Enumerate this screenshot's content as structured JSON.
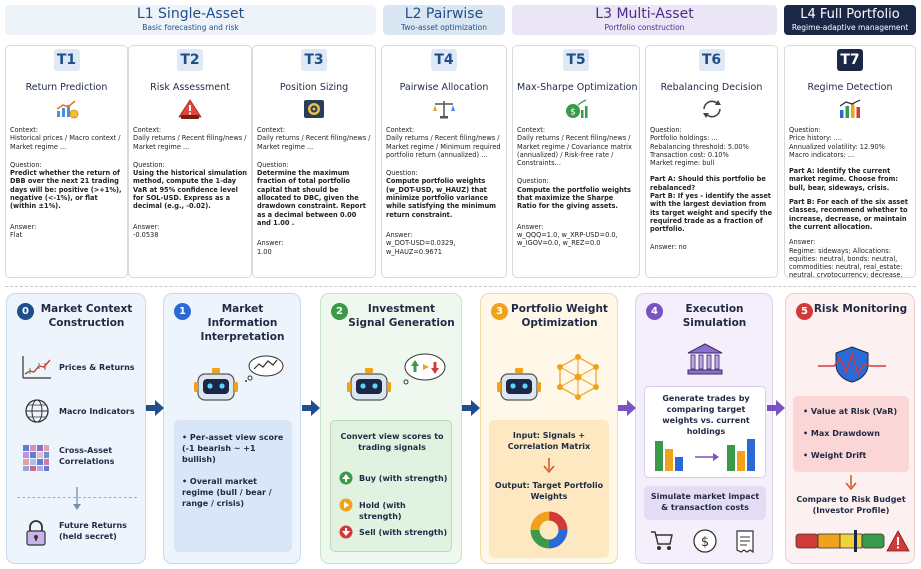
{
  "levels": [
    {
      "title": "L1 Single-Asset",
      "subtitle": "Basic forecasting and risk"
    },
    {
      "title": "L2 Pairwise",
      "subtitle": "Two-asset optimization"
    },
    {
      "title": "L3 Multi-Asset",
      "subtitle": "Portfolio construction"
    },
    {
      "title": "L4 Full Portfolio",
      "subtitle": "Regime-adaptive management"
    }
  ],
  "labels": {
    "context": "Context:",
    "question": "Question:",
    "answer": "Answer:"
  },
  "tasks": [
    {
      "id": "T1",
      "title": "Return Prediction",
      "icon": "chart-up-icon",
      "context": "Historical prices / Macro context / Market regime ...",
      "question": "Predict whether the return of DBB over the next 21 trading days will be: positive (>+1%), negative (<-1%), or flat (within ±1%).",
      "answer": "Flat"
    },
    {
      "id": "T2",
      "title": "Risk Assessment",
      "icon": "risk-warning-icon",
      "context": "Daily returns / Recent filing/news / Market regime ...",
      "question": "Using the historical simulation method, compute the 1-day VaR at 95% confidence level for SOL-USD. Express as a decimal (e.g., -0.02).",
      "answer": "-0.0538"
    },
    {
      "id": "T3",
      "title": "Position Sizing",
      "icon": "target-icon",
      "context": "Daily returns / Recent filing/news / Market regime ...",
      "question": "Determine the maximum fraction of total portfolio capital that should be allocated to DBC, given the drawdown constraint. Report as a decimal between 0.00 and 1.00 .",
      "answer": "1.00"
    },
    {
      "id": "T4",
      "title": "Pairwise Allocation",
      "icon": "balance-scale-icon",
      "context": "Daily returns / Recent filing/news / Market regime / Minimum required portfolio return (annualized) ...",
      "question": "Compute portfolio weights (w_DOT-USD, w_HAUZ) that minimize portfolio variance while satisfying the minimum return constraint.",
      "answer": "w_DOT-USD=0.0329, w_HAUZ=0.9671"
    },
    {
      "id": "T5",
      "title": "Max-Sharpe Optimization",
      "icon": "money-growth-icon",
      "context": "Daily returns / Recent filing/news / Market regime / Covariance matrix (annualized) / Risk-free rate / Constraints...",
      "question": "Compute the portfolio weights that maximize the Sharpe Ratio for the giving assets.",
      "answer": "w_QQQ=1.0, w_XRP-USD=0.0, w_IGOV=0.0, w_REZ=0.0"
    },
    {
      "id": "T6",
      "title": "Rebalancing Decision",
      "icon": "rebalance-icon",
      "question_info": "Portfolio holdings: ...\nRebalancing threshold: 5.00%\nTransaction cost: 0.10%\nMarket regime: bull",
      "part_a": "Part A: Should this portfolio be rebalanced?",
      "part_b": "Part B: If yes - identify the asset with the largest deviation from its target weight and specify the required trade as a fraction of portfolio.",
      "answer": "Answer: no"
    },
    {
      "id": "T7",
      "title": "Regime Detection",
      "icon": "regime-icon",
      "question_info": "Price history: ....\nAnnualized volatility: 12.90%\nMacro indicators: ...",
      "part_a": "Part A: Identify the current market regime. Choose from: bull, bear, sideways, crisis.",
      "part_b": "Part B: For each of the six asset classes, recommend whether to increase, decrease, or maintain the current allocation.",
      "answer": "Regime: sideways; Allocations: equities: neutral, bonds: neutral, commodities: neutral, real_estate: neutral, cryptocurrency: decrease, cash: increase"
    }
  ],
  "stages": [
    {
      "num": "0",
      "title": "Market Context Construction",
      "items": [
        "Prices & Returns",
        "Macro Indicators",
        "Cross-Asset Correlations"
      ],
      "secret": "Future Returns (held secret)"
    },
    {
      "num": "1",
      "title": "Market Information Interpretation",
      "bullets": [
        "Per-asset view score (-1 bearish ~ +1 bullish)",
        "Overall market regime (bull / bear / range / crisis)"
      ]
    },
    {
      "num": "2",
      "title": "Investment Signal Generation",
      "box_title": "Convert view scores to trading signals",
      "signals": [
        "Buy (with strength)",
        "Hold (with strength)",
        "Sell (with strength)"
      ]
    },
    {
      "num": "3",
      "title": "Portfolio Weight Optimization",
      "input": "Input: Signals + Correlation Matrix",
      "output": "Output: Target Portfolio Weights"
    },
    {
      "num": "4",
      "title": "Execution Simulation",
      "box_text": "Generate trades by comparing target weights vs. current holdings",
      "impact": "Simulate market impact & transaction costs"
    },
    {
      "num": "5",
      "title": "Risk Monitoring",
      "bullets": [
        "Value at Risk (VaR)",
        "Max Drawdown",
        "Weight Drift"
      ],
      "compare": "Compare to Risk Budget (Investor Profile)"
    }
  ],
  "colors": {
    "navy": "#1a2746",
    "blue": "#2a6ad6",
    "green": "#3a9a4a",
    "orange": "#f0a31a",
    "purple": "#7a53c2",
    "red": "#d23a3a"
  }
}
